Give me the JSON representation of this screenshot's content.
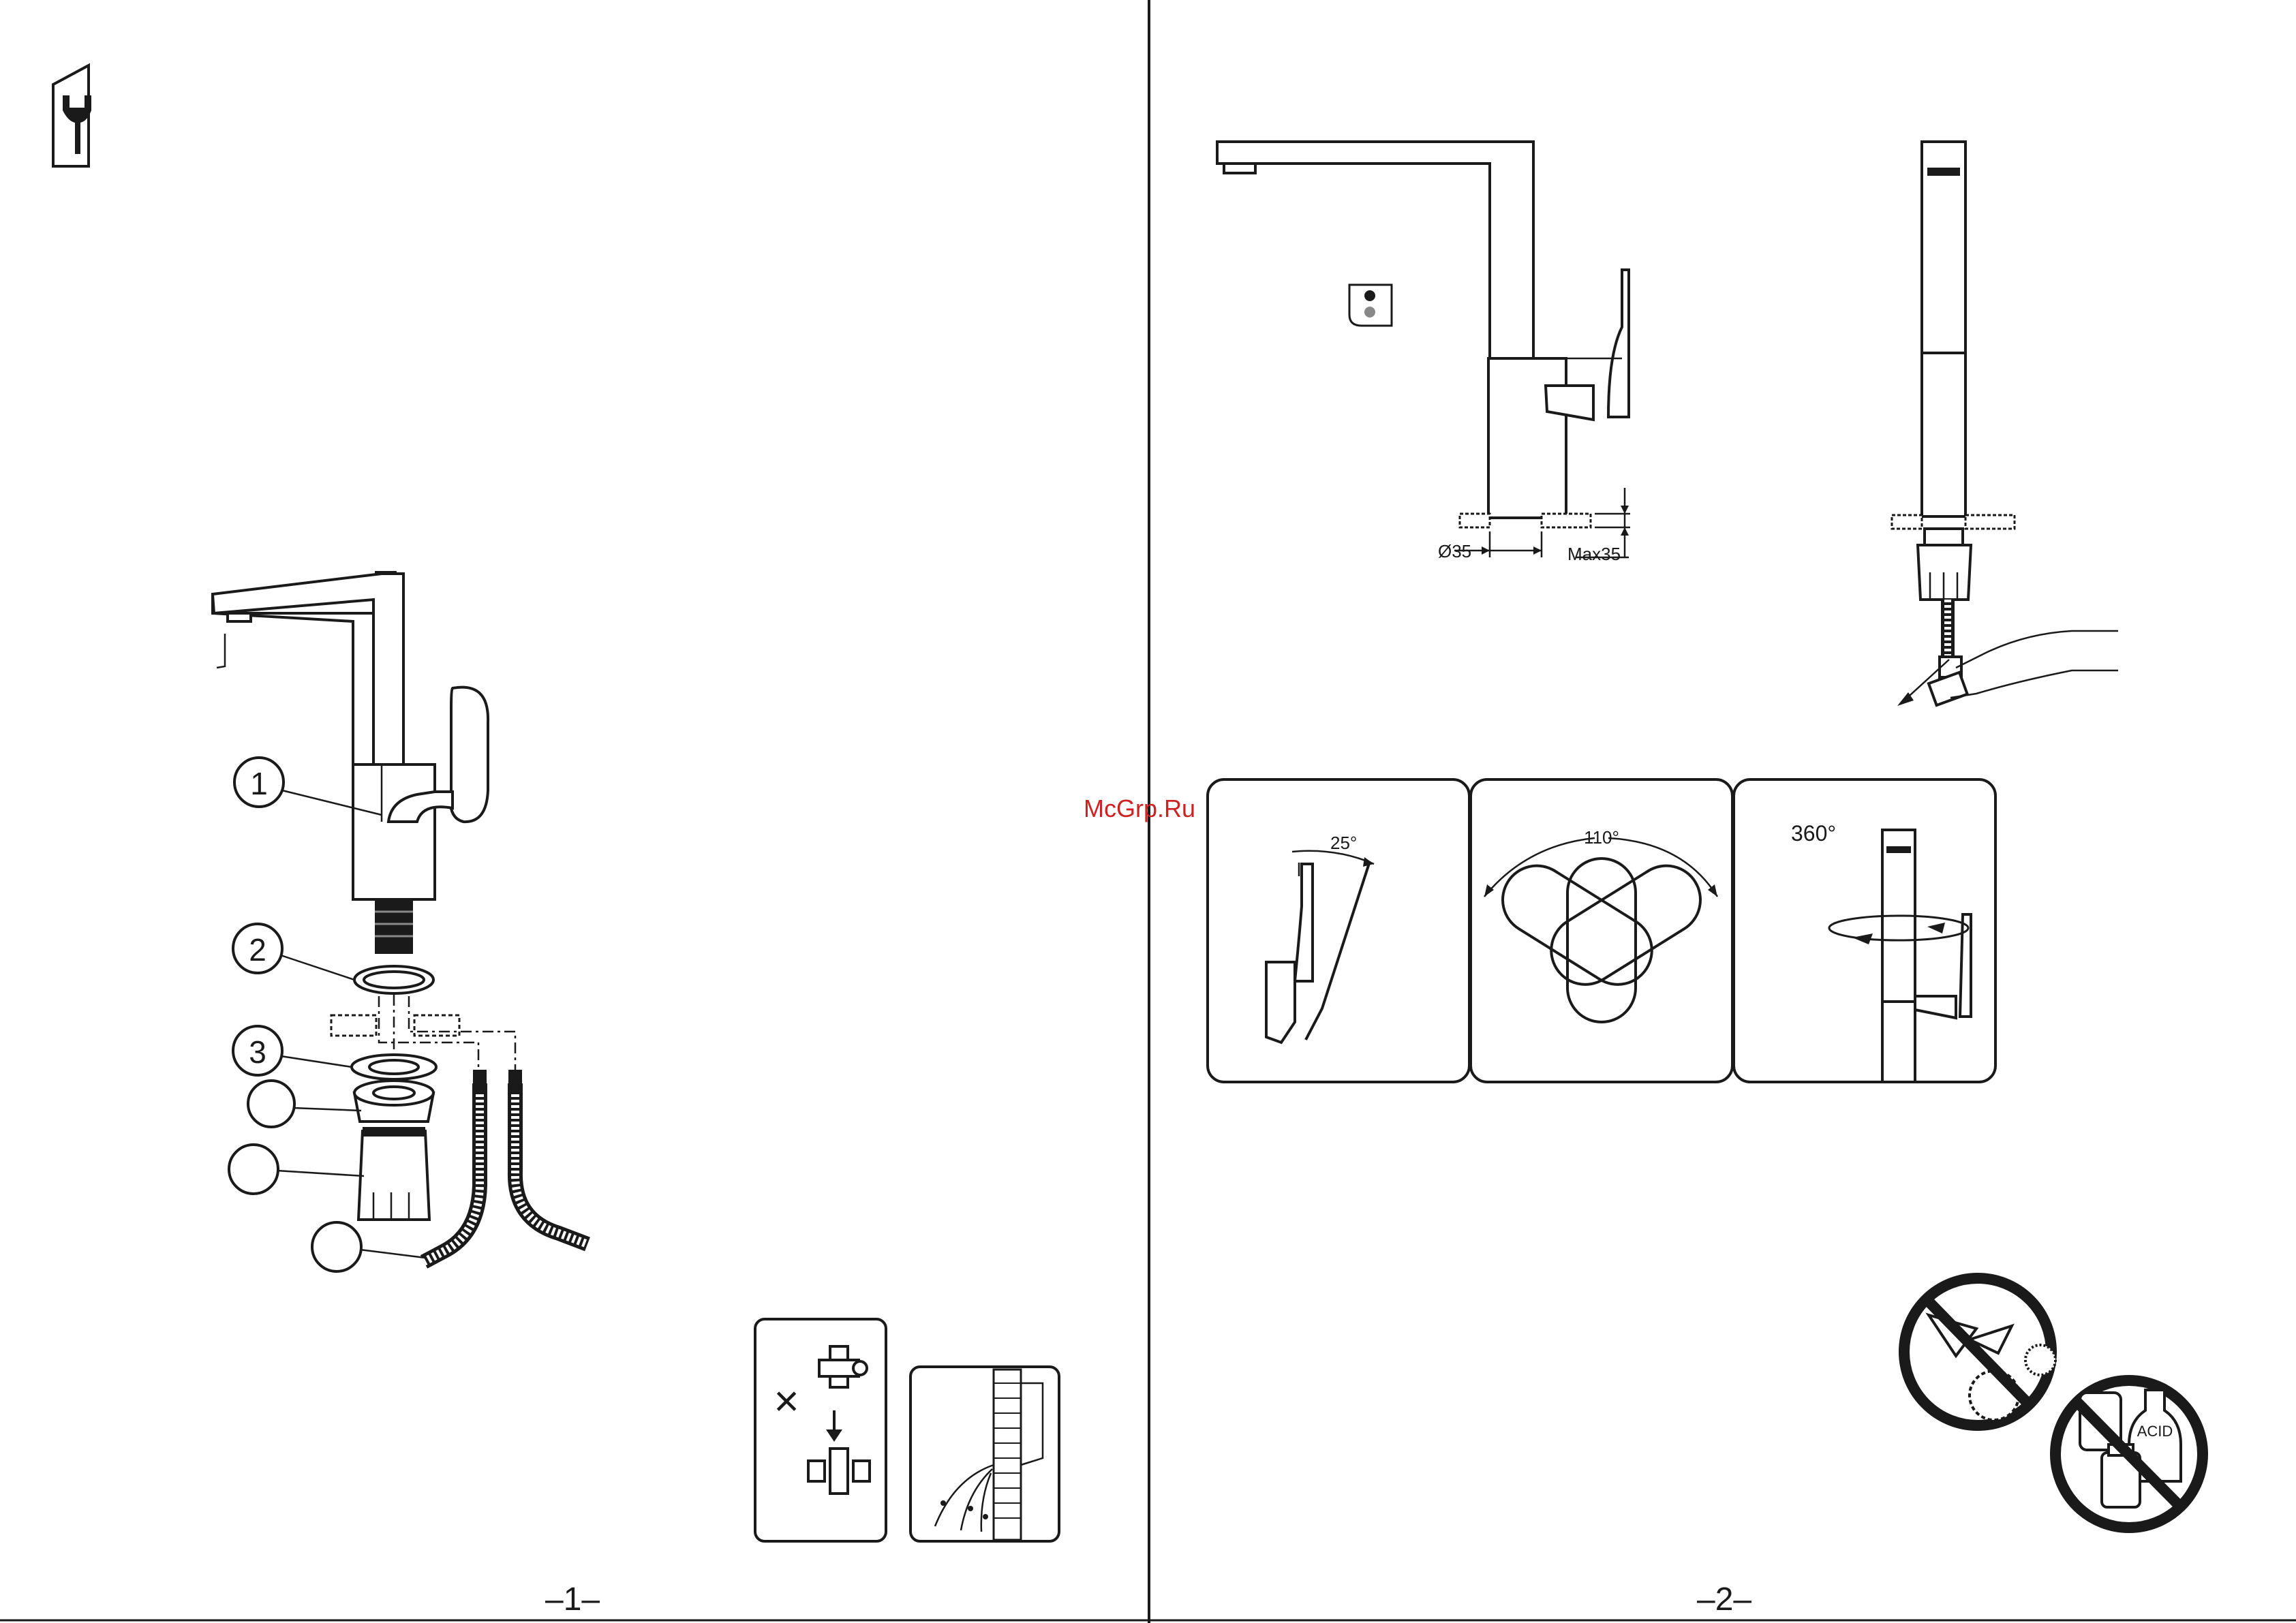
{
  "pages": [
    {
      "number": "–1–"
    },
    {
      "number": "–2–"
    }
  ],
  "watermark": "McGrp.Ru",
  "icons": {
    "service": "wrench-icon",
    "hot_cold": "hot-cold-indicator-icon",
    "no_abrasive": "no-abrasive-cleaners-icon",
    "no_chemicals": "no-chemical-cleaners-icon"
  },
  "assembly_callouts": [
    "1",
    "2",
    "3",
    "",
    "",
    ""
  ],
  "dimensions": {
    "diameter": "Ø35",
    "max_thickness": "Max35"
  },
  "rotation": {
    "lever_tilt": "25°",
    "lever_swing": "110°",
    "spout_rotation": "360°"
  },
  "chemical_label": "ACID",
  "warning_mark": "×"
}
